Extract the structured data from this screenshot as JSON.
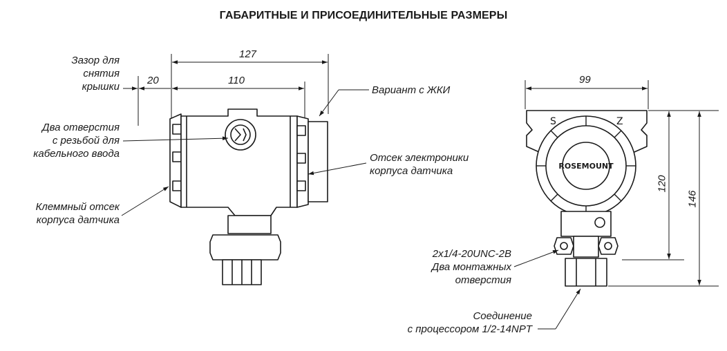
{
  "title": "ГАБАРИТНЫЕ И ПРИСОЕДИНИТЕЛЬНЫЕ РАЗМЕРЫ",
  "left_view": {
    "labels": {
      "gap": [
        "Зазор для",
        "снятия",
        "крышки"
      ],
      "holes": [
        "Два отверстия",
        "с резьбой для",
        "кабельного ввода"
      ],
      "terminal": [
        "Клеммный отсек",
        "корпуса датчика"
      ],
      "lcd": "Вариант с ЖКИ",
      "electronics": [
        "Отсек электроники",
        "корпуса датчика"
      ]
    },
    "dimensions": {
      "overall_width": "127",
      "body_width": "110",
      "cover_gap": "20"
    }
  },
  "right_view": {
    "dimensions": {
      "width": "99",
      "height_total": "146",
      "height_body": "120"
    },
    "labels": {
      "mounting": [
        "2x1/4-20UNC-2B",
        "Два монтажных",
        "отверстия"
      ],
      "connection": [
        "Соединение",
        "с процессором 1/2-14NPT"
      ]
    },
    "embossing": {
      "brand": "ROSEMOUNT",
      "s_mark": "S",
      "z_mark": "Z"
    }
  },
  "colors": {
    "line": "#1a1a1a",
    "background": "#ffffff"
  }
}
